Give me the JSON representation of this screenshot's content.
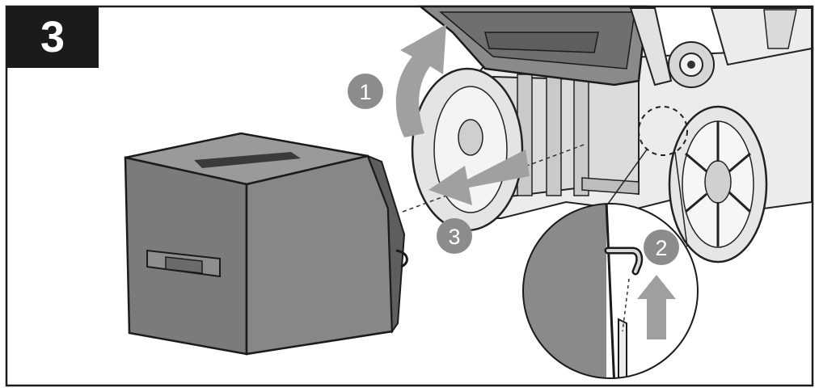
{
  "step": {
    "number": "3"
  },
  "callouts": [
    {
      "id": "1",
      "label": "1"
    },
    {
      "id": "2",
      "label": "2"
    },
    {
      "id": "3",
      "label": "3"
    }
  ],
  "colors": {
    "frame": "#1b1b1b",
    "bag_body": "#7a7a7a",
    "bag_top": "#9a9a9a",
    "mower_light": "#e9e9e9",
    "mower_mid": "#cfcfcf",
    "callout_fill": "#8c8c8c",
    "arrow_fill": "#9f9f9f"
  }
}
